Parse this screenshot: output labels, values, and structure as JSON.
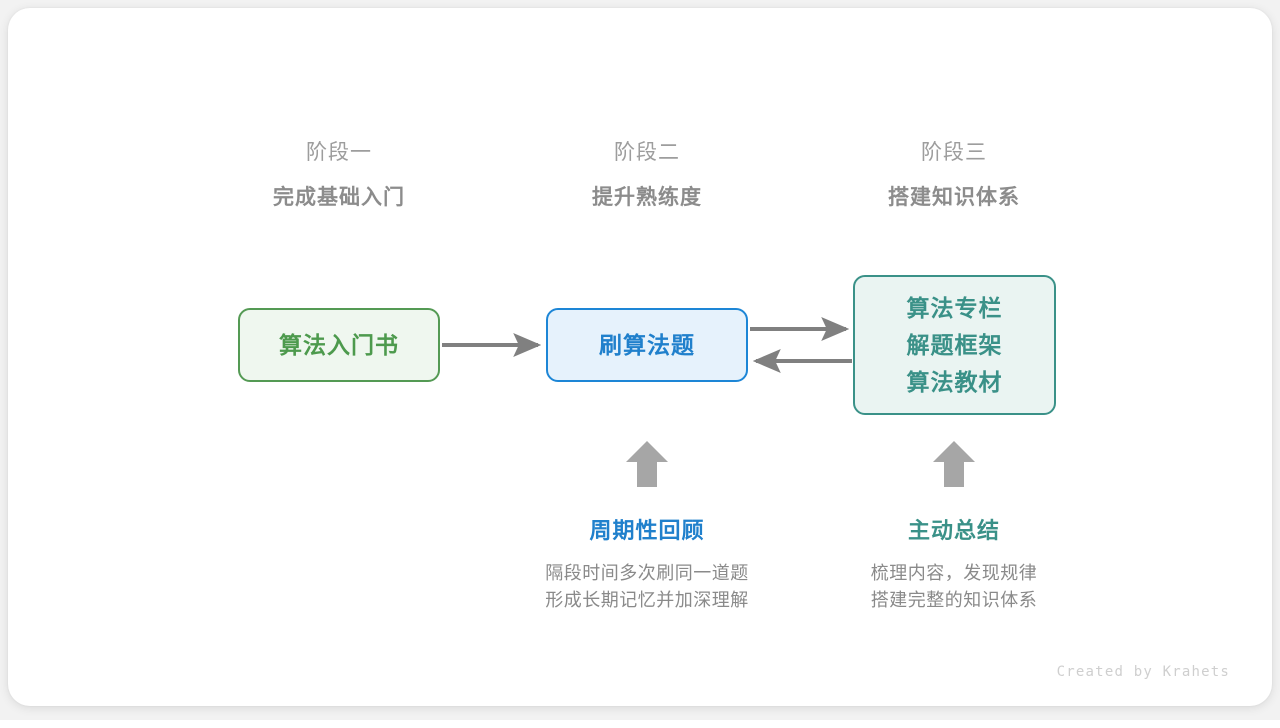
{
  "stages": [
    {
      "sub": "阶段一",
      "title": "完成基础入门"
    },
    {
      "sub": "阶段二",
      "title": "提升熟练度"
    },
    {
      "sub": "阶段三",
      "title": "搭建知识体系"
    }
  ],
  "nodes": {
    "book": {
      "lines": [
        "算法入门书"
      ],
      "color": "#4d9a4d",
      "border": "#549a54",
      "fill": "#eff7ef"
    },
    "practice": {
      "lines": [
        "刷算法题"
      ],
      "color": "#2080cc",
      "border": "#1d86d6",
      "fill": "#e6f2fc"
    },
    "system": {
      "line1": "算法专栏",
      "line2": "解题框架",
      "line3": "算法教材",
      "color": "#3a9188",
      "border": "#3a9188",
      "fill": "#eaf4f2"
    }
  },
  "notes": {
    "review": {
      "title": "周期性回顾",
      "desc_line1": "隔段时间多次刷同一道题",
      "desc_line2": "形成长期记忆并加深理解",
      "color": "#2080cc"
    },
    "summary": {
      "title": "主动总结",
      "desc_line1": "梳理内容，发现规律",
      "desc_line2": "搭建完整的知识体系",
      "color": "#3a9188"
    }
  },
  "arrows": {
    "arrow_color": "#808080",
    "book_to_practice": "right",
    "practice_to_system": "right",
    "system_to_practice": "left",
    "review_up": "up",
    "summary_up": "up"
  },
  "credit": "Created by Krahets"
}
